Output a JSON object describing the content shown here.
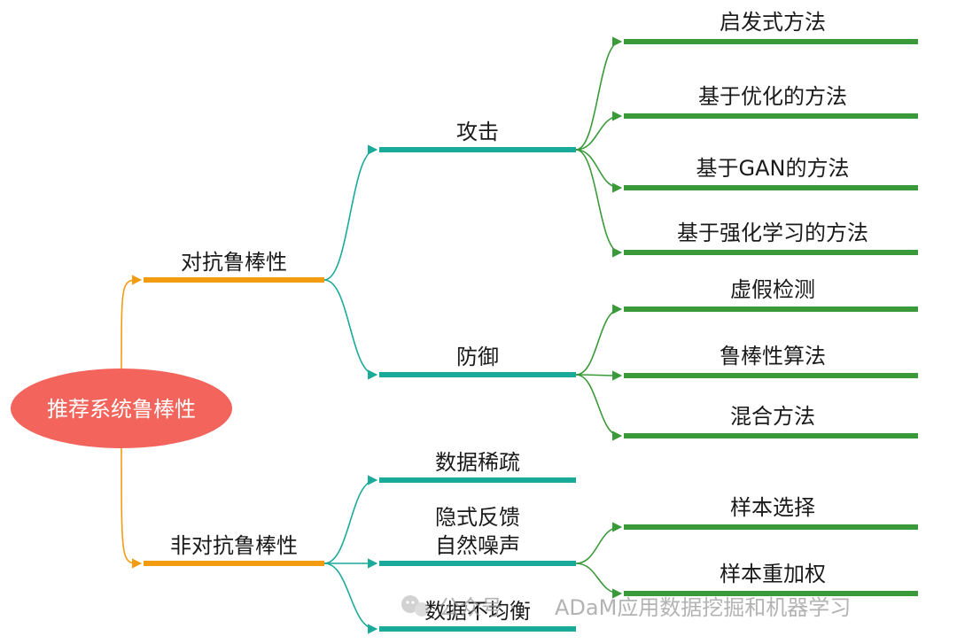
{
  "colors": {
    "root_fill": "#f3655c",
    "level1": "#f39c12",
    "level2": "#1aaa9a",
    "level3": "#3a9a3a"
  },
  "root": {
    "label": "推荐系统鲁棒性"
  },
  "branches": [
    {
      "label": "对抗鲁棒性",
      "children": [
        {
          "label": "攻击",
          "children": [
            "启发式方法",
            "基于优化的方法",
            "基于GAN的方法",
            "基于强化学习的方法"
          ]
        },
        {
          "label": "防御",
          "children": [
            "虚假检测",
            "鲁棒性算法",
            "混合方法"
          ]
        }
      ]
    },
    {
      "label": "非对抗鲁棒性",
      "children": [
        {
          "label": "数据稀疏",
          "children": []
        },
        {
          "label": "隐式反馈\n自然噪声",
          "children": [
            "样本选择",
            "样本重加权"
          ]
        },
        {
          "label": "数据不均衡",
          "children": []
        }
      ]
    }
  ],
  "watermark": {
    "prefix": "公众号 ·",
    "text": "ADaM应用数据挖掘和机器学习",
    "icon": "wechat-icon"
  }
}
